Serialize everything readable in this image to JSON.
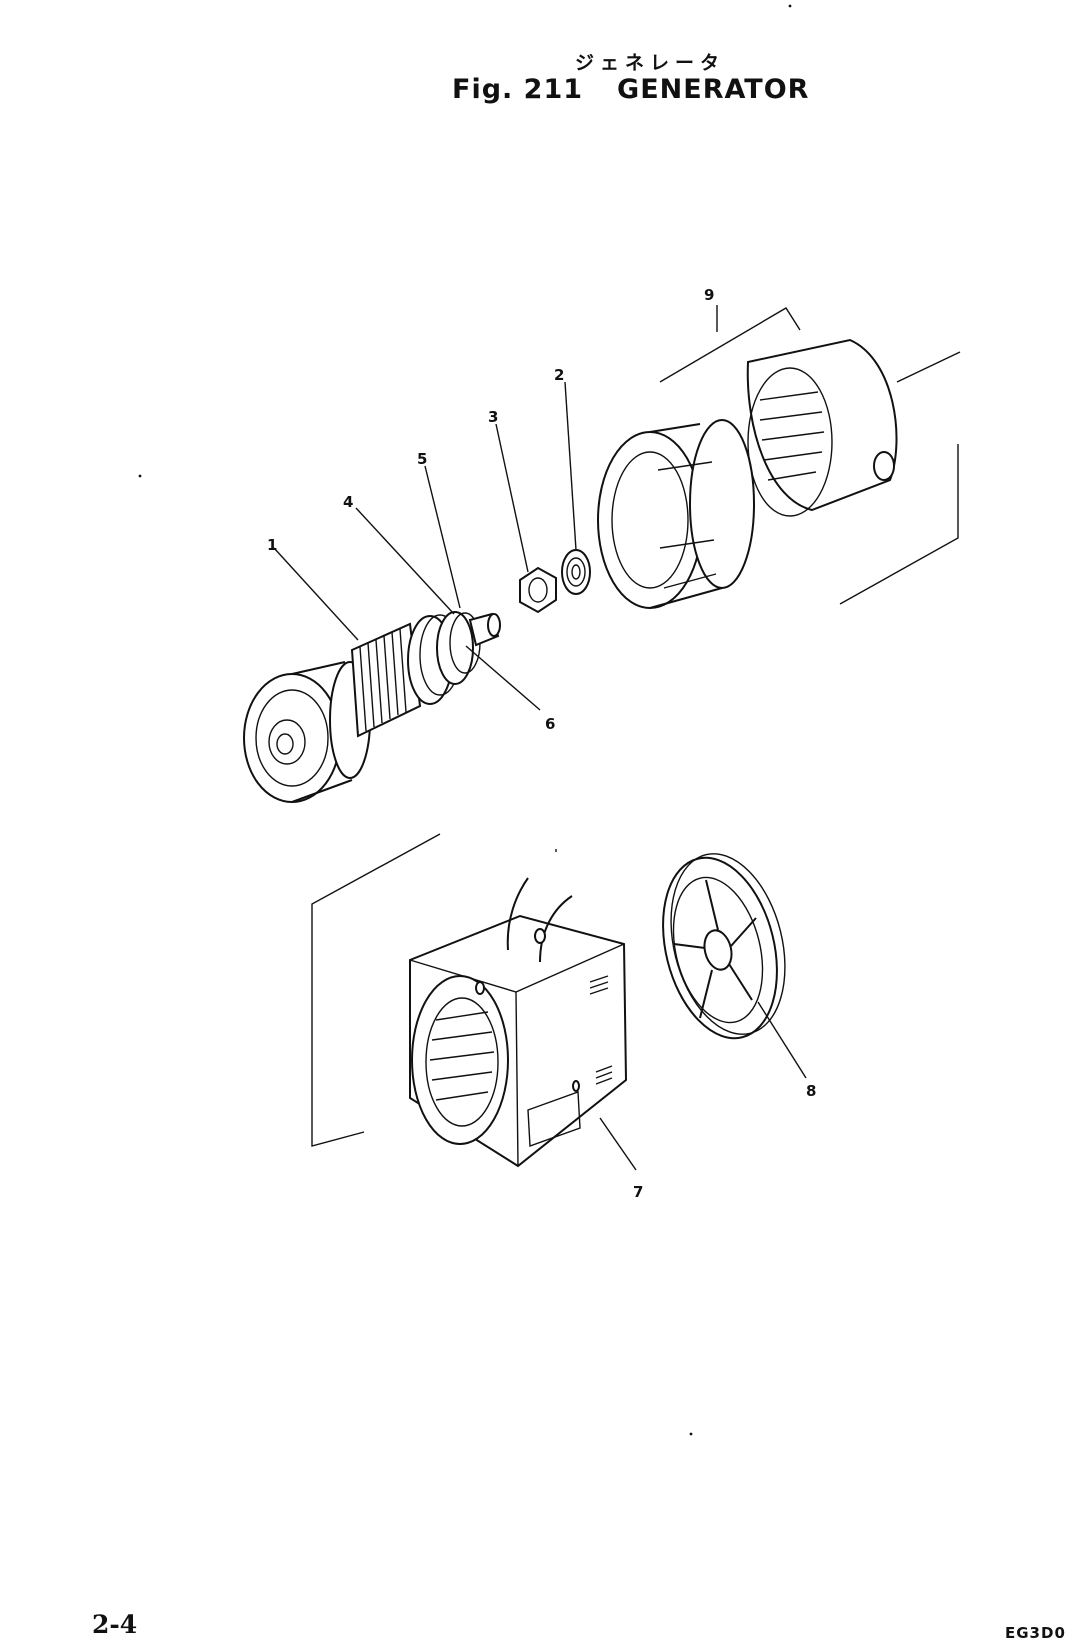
{
  "header": {
    "title_kana": "ジェネレータ",
    "fig_label": "Fig. 211",
    "title": "GENERATOR"
  },
  "callouts": [
    "1",
    "2",
    "3",
    "4",
    "5",
    "6",
    "7",
    "8",
    "9"
  ],
  "footer": {
    "page_number": "2-4",
    "drawing_code": "EG3D0"
  }
}
